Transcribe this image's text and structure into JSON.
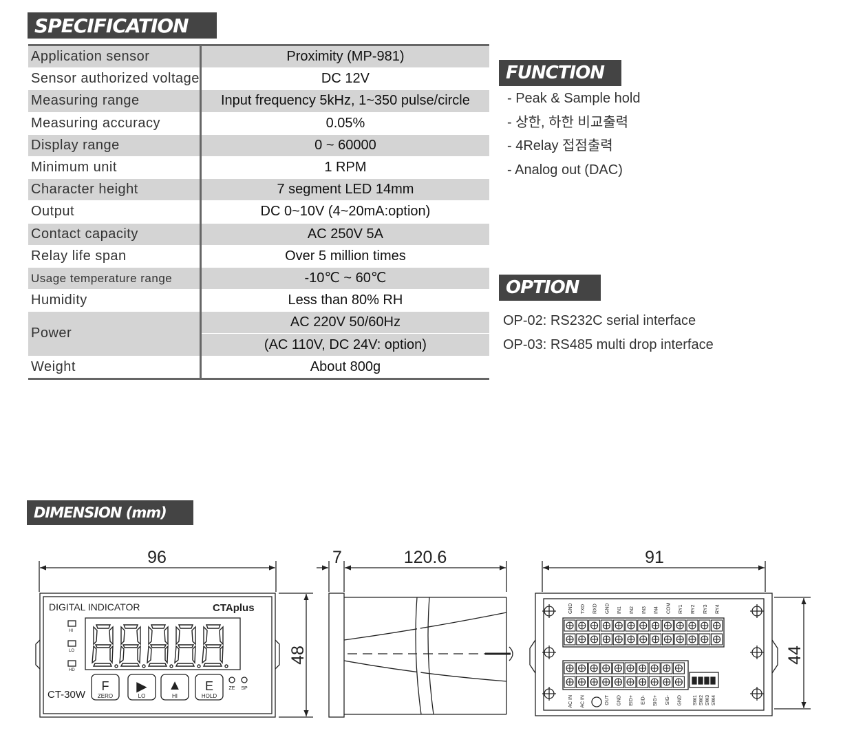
{
  "spec": {
    "title": "SPECIFICATION",
    "rows": [
      {
        "label": "Application sensor",
        "value": "Proximity (MP-981)"
      },
      {
        "label": "Sensor authorized voltage",
        "value": "DC 12V"
      },
      {
        "label": "Measuring range",
        "value": "Input frequency 5kHz, 1~350 pulse/circle"
      },
      {
        "label": "Measuring accuracy",
        "value": "0.05%"
      },
      {
        "label": "Display range",
        "value": "0 ~ 60000"
      },
      {
        "label": "Minimum  unit",
        "value": "1 RPM"
      },
      {
        "label": "Character height",
        "value": "7 segment LED 14mm"
      },
      {
        "label": "Output",
        "value": "DC 0~10V (4~20mA:option)"
      },
      {
        "label": "Contact capacity",
        "value": "AC 250V 5A"
      },
      {
        "label": "Relay life span",
        "value": "Over 5 million times"
      },
      {
        "label": "Usage temperature range",
        "value": "-10℃ ~ 60℃"
      },
      {
        "label": "Humidity",
        "value": "Less than 80% RH"
      },
      {
        "label": "Power",
        "value": "AC 220V 50/60Hz",
        "value2": "(AC 110V, DC 24V: option)"
      },
      {
        "label": "Weight",
        "value": "About 800g"
      }
    ]
  },
  "function": {
    "title": "FUNCTION",
    "items": [
      "- Peak & Sample hold",
      "- 상한, 하한 비교출력",
      "- 4Relay 접점출력",
      "- Analog out (DAC)"
    ]
  },
  "option": {
    "title": "OPTION",
    "items": [
      "OP-02: RS232C serial interface",
      "OP-03: RS485 multi drop interface"
    ]
  },
  "dimension": {
    "title": "DIMENSION (mm)",
    "front": {
      "width": "96",
      "height": "48",
      "panel_label": "DIGITAL INDICATOR",
      "brand": "CTAplus",
      "model": "CT-30W",
      "leds": [
        "HI",
        "LO",
        "HD"
      ],
      "keys": [
        {
          "glyph": "F",
          "sub": "ZERO"
        },
        {
          "glyph": "▶",
          "sub": "LO"
        },
        {
          "glyph": "▲",
          "sub": "HI"
        },
        {
          "glyph": "E",
          "sub": "HOLD"
        }
      ],
      "indicators": [
        "ZE",
        "SP"
      ]
    },
    "side": {
      "front_depth": "7",
      "body_depth": "120.6"
    },
    "rear": {
      "width": "91",
      "height": "44",
      "top_terminals": [
        "GND",
        "TXD",
        "RXD",
        "GND",
        "IN1",
        "IN2",
        "IN3",
        "IN4",
        "COM",
        "RY1",
        "RY2",
        "RY3",
        "RY4"
      ],
      "bottom_terminals": [
        "AC IN",
        "AC IN",
        "",
        "OUT",
        "GND",
        "EID+",
        "EID-",
        "SIG+",
        "SIG-",
        "GND"
      ],
      "switches": [
        "SW1",
        "SW2",
        "SW3",
        "SW4"
      ]
    }
  }
}
